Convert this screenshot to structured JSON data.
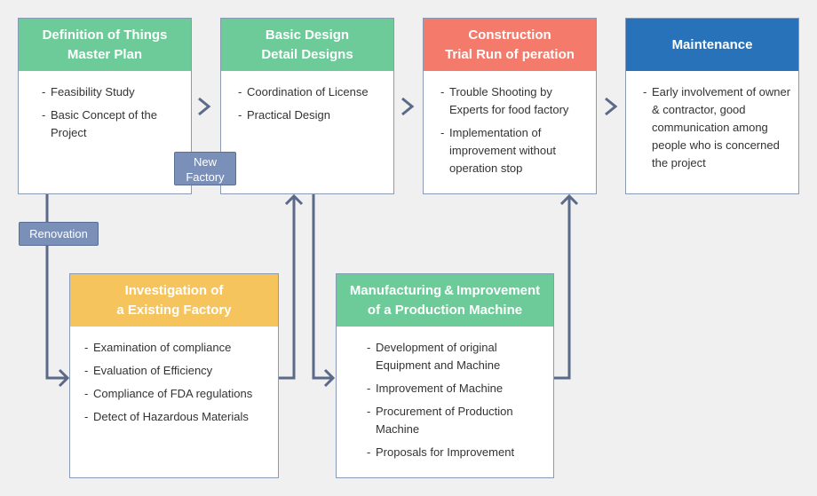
{
  "boxes": {
    "definition": {
      "title_line1": "Definition of Things",
      "title_line2": "Master Plan",
      "items": [
        "Feasibility Study",
        "Basic Concept of  the Project"
      ]
    },
    "basic_design": {
      "title_line1": "Basic Design",
      "title_line2": "Detail Designs",
      "items": [
        "Coordination of License",
        "Practical Design"
      ]
    },
    "construction": {
      "title_line1": "Construction",
      "title_line2": "Trial Run of peration",
      "items": [
        "Trouble Shooting by Experts for food factory",
        "Implementation of improvement without operation stop"
      ]
    },
    "maintenance": {
      "title_line1": "Maintenance",
      "text": "Early involvement of owner &  contractor, good  communication among people who  is concerned the project"
    },
    "investigation": {
      "title_line1": "Investigation of",
      "title_line2": "a Existing Factory",
      "items": [
        "Examination of compliance",
        "Evaluation of Efficiency",
        "Compliance of FDA regulations",
        "Detect of Hazardous Materials"
      ]
    },
    "manufacturing": {
      "title_line1": "Manufacturing & Improvement",
      "title_line2": "of a Production Machine",
      "items": [
        "Development of original Equipment and Machine",
        "Improvement of  Machine",
        "Procurement of Production Machine",
        "Proposals for Improvement"
      ]
    }
  },
  "tags": {
    "new_factory": "New Factory",
    "renovation": "Renovation"
  },
  "colors": {
    "green": "#6ccb98",
    "red": "#f47a6b",
    "blue": "#2772b8",
    "yellow": "#f6c45c",
    "connector": "#5a6a88",
    "tag": "#7a90b8"
  }
}
